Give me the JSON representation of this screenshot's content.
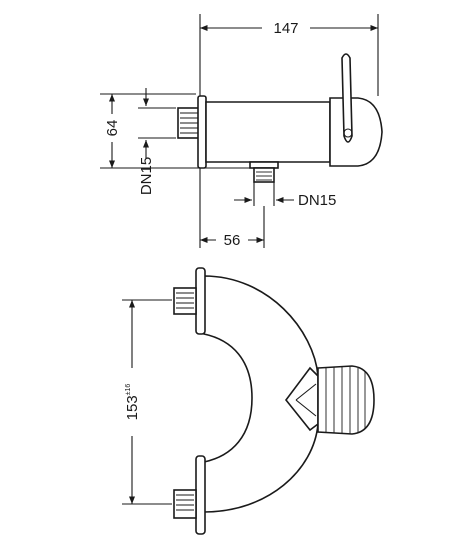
{
  "dimensions": {
    "overall_length": "147",
    "connection_offset": "56",
    "vertical_spacing": "64",
    "inlet_size_side": "DN15",
    "outlet_size": "DN15",
    "center_distance": "153",
    "center_distance_tolerance": "±16"
  },
  "colors": {
    "line": "#1a1a1a",
    "background": "#ffffff"
  }
}
